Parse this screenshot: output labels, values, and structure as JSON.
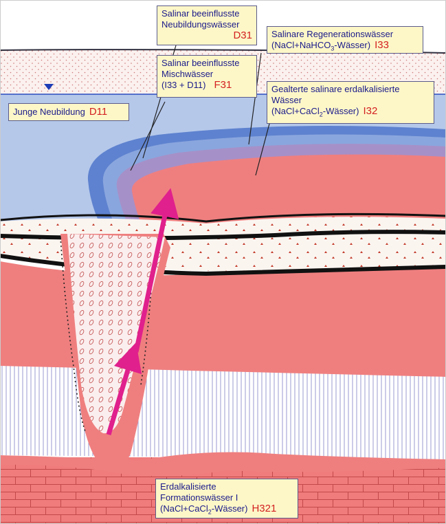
{
  "labels": {
    "d31": {
      "line1": "Salinar beeinflusste",
      "line2": "Neubildungswässer",
      "code": "D31"
    },
    "i33": {
      "line1": "Salinare Regenerationswässer",
      "line2_a": "(NaCl+NaHCO",
      "line2_sub": "3",
      "line2_b": "-Wässer)",
      "code": "I33"
    },
    "f31": {
      "line1": "Salinar beeinflusste",
      "line2": "Mischwässer",
      "line3": "(I33 + D11)",
      "code": "F31"
    },
    "i32": {
      "line1": "Gealterte salinare erdalkalisierte",
      "line2": "Wässer",
      "line3_a": "(NaCl+CaCl",
      "line3_sub": "2",
      "line3_b": "-Wässer)",
      "code": "I32"
    },
    "d11": {
      "text": "Junge Neubildung",
      "code": "D11"
    },
    "h321": {
      "line1": "Erdalkalisierte",
      "line2": "Formationswässer I",
      "line3_a": "(NaCl+CaCl",
      "line3_sub": "2",
      "line3_b": "-Wässer)",
      "code": "H321"
    }
  },
  "colors": {
    "background": "#ffffff",
    "dotted_sand": "#fbf1ef",
    "young_water": "#b5c8ea",
    "blue_ring_dark": "#5e82cf",
    "blue_ring_mid": "#8aa6de",
    "purple_ring": "#a690c8",
    "salt_red": "#ef7f7f",
    "salt_red_light": "#f3a2a2",
    "vertical_hatch": "#9a9ad0",
    "brick": "#f07c7c",
    "arrow": "#e0208c",
    "label_bg": "#fdf7c8",
    "label_text": "#1a1a8a",
    "code_text": "#d32020"
  },
  "icons": [
    "water-table-triangle-icon",
    "flow-arrow-icon"
  ]
}
